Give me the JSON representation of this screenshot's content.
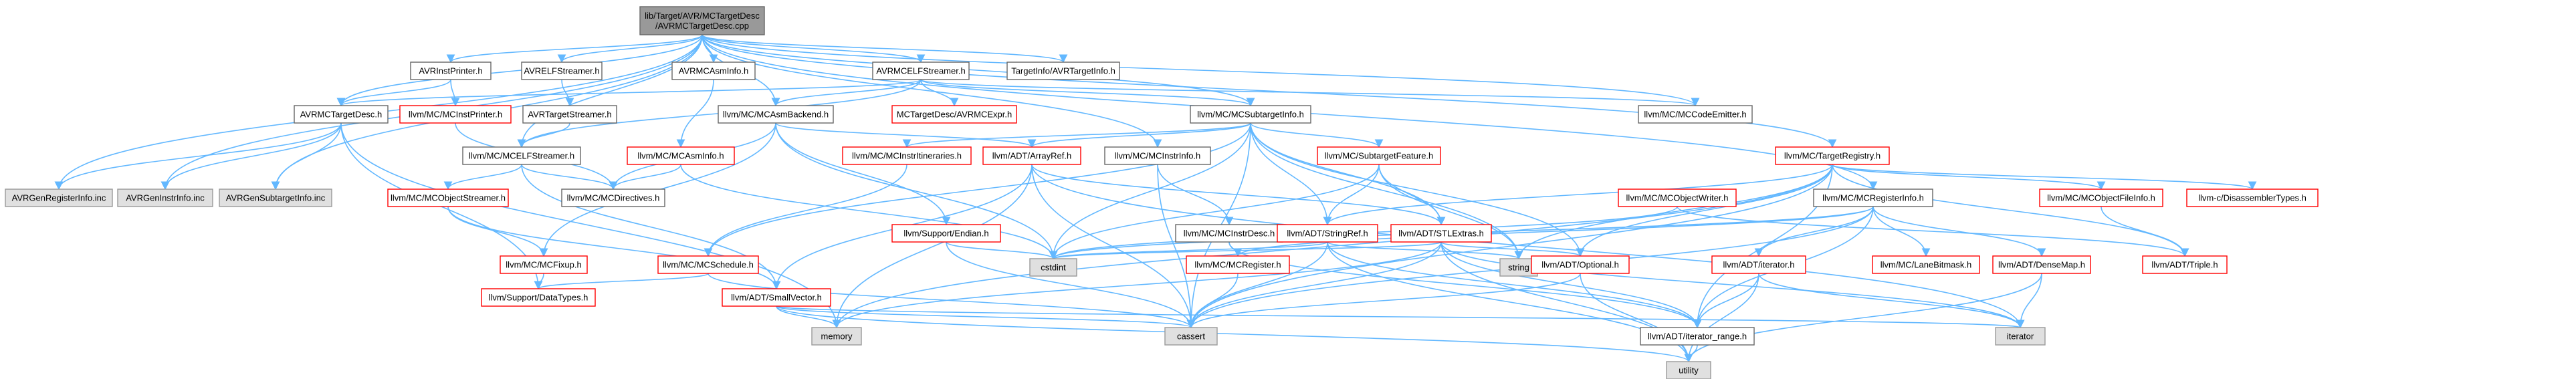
{
  "diagram": {
    "title_line1": "lib/Target/AVR/MCTargetDesc",
    "title_line2": "/AVRMCTargetDesc.cpp",
    "colors": {
      "edge": "#63b8ff",
      "root_fill": "#999999",
      "root_border": "#666666",
      "header_fill": "#ffffff",
      "header_border": "#666666",
      "header_text": "#000000",
      "linked_border": "#ff0000",
      "linked_text": "#ff0000",
      "system_fill": "#e0e0e0",
      "system_border": "#999999"
    },
    "nodes": [
      {
        "id": "root",
        "label": "lib/Target/AVR/MCTargetDesc\n/AVRMCTargetDesc.cpp",
        "kind": "root"
      },
      {
        "id": "AVRGenRegisterInfo",
        "label": "AVRGenRegisterInfo.inc",
        "kind": "system"
      },
      {
        "id": "AVRGenInstrInfo",
        "label": "AVRGenInstrInfo.inc",
        "kind": "system"
      },
      {
        "id": "AVRGenSubtargetInfo",
        "label": "AVRGenSubtargetInfo.inc",
        "kind": "system"
      },
      {
        "id": "AVRMCTargetDesc",
        "label": "AVRMCTargetDesc.h",
        "kind": "header"
      },
      {
        "id": "AVRInstPrinter",
        "label": "AVRInstPrinter.h",
        "kind": "header"
      },
      {
        "id": "AVRELFStreamer",
        "label": "AVRELFStreamer.h",
        "kind": "header"
      },
      {
        "id": "AVRMCAsmInfo",
        "label": "AVRMCAsmInfo.h",
        "kind": "header"
      },
      {
        "id": "AVRMCELFStreamer",
        "label": "AVRMCELFStreamer.h",
        "kind": "header"
      },
      {
        "id": "AVRTargetInfo",
        "label": "TargetInfo/AVRTargetInfo.h",
        "kind": "header"
      },
      {
        "id": "MCCodeEmitter",
        "label": "llvm/MC/MCCodeEmitter.h",
        "kind": "header"
      },
      {
        "id": "MCInstPrinter",
        "label": "llvm/MC/MCInstPrinter.h",
        "kind": "linked"
      },
      {
        "id": "AVRTargetStreamer",
        "label": "AVRTargetStreamer.h",
        "kind": "header"
      },
      {
        "id": "MCAsmBackend",
        "label": "llvm/MC/MCAsmBackend.h",
        "kind": "header"
      },
      {
        "id": "AVRMCExpr",
        "label": "MCTargetDesc/AVRMCExpr.h",
        "kind": "linked"
      },
      {
        "id": "MCSubtargetInfo",
        "label": "llvm/MC/MCSubtargetInfo.h",
        "kind": "header"
      },
      {
        "id": "TargetRegistry",
        "label": "llvm/MC/TargetRegistry.h",
        "kind": "linked"
      },
      {
        "id": "MCELFStreamer",
        "label": "llvm/MC/MCELFStreamer.h",
        "kind": "header"
      },
      {
        "id": "MCAsmInfo",
        "label": "llvm/MC/MCAsmInfo.h",
        "kind": "linked"
      },
      {
        "id": "MCInstrItineraries",
        "label": "llvm/MC/MCInstrItineraries.h",
        "kind": "linked"
      },
      {
        "id": "ArrayRef",
        "label": "llvm/ADT/ArrayRef.h",
        "kind": "linked"
      },
      {
        "id": "MCInstrInfo",
        "label": "llvm/MC/MCInstrInfo.h",
        "kind": "header"
      },
      {
        "id": "SubtargetFeature",
        "label": "llvm/MC/SubtargetFeature.h",
        "kind": "linked"
      },
      {
        "id": "MCObjectWriter",
        "label": "llvm/MC/MCObjectWriter.h",
        "kind": "linked"
      },
      {
        "id": "MCRegisterInfo",
        "label": "llvm/MC/MCRegisterInfo.h",
        "kind": "header"
      },
      {
        "id": "MCObjectFileInfo",
        "label": "llvm/MC/MCObjectFileInfo.h",
        "kind": "linked"
      },
      {
        "id": "DisassemblerTypes",
        "label": "llvm-c/DisassemblerTypes.h",
        "kind": "linked"
      },
      {
        "id": "MCObjectStreamer",
        "label": "llvm/MC/MCObjectStreamer.h",
        "kind": "linked"
      },
      {
        "id": "MCDirectives",
        "label": "llvm/MC/MCDirectives.h",
        "kind": "header"
      },
      {
        "id": "Endian",
        "label": "llvm/Support/Endian.h",
        "kind": "linked"
      },
      {
        "id": "MCInstrDesc",
        "label": "llvm/MC/MCInstrDesc.h",
        "kind": "header"
      },
      {
        "id": "StringRef",
        "label": "llvm/ADT/StringRef.h",
        "kind": "linked"
      },
      {
        "id": "STLExtras",
        "label": "llvm/ADT/STLExtras.h",
        "kind": "linked"
      },
      {
        "id": "MCFixup",
        "label": "llvm/MC/MCFixup.h",
        "kind": "linked"
      },
      {
        "id": "MCSchedule",
        "label": "llvm/MC/MCSchedule.h",
        "kind": "linked"
      },
      {
        "id": "SmallVector",
        "label": "llvm/ADT/SmallVector.h",
        "kind": "linked"
      },
      {
        "id": "cstdint",
        "label": "cstdint",
        "kind": "system"
      },
      {
        "id": "MCRegister",
        "label": "llvm/MC/MCRegister.h",
        "kind": "linked"
      },
      {
        "id": "string",
        "label": "string",
        "kind": "system"
      },
      {
        "id": "Optional",
        "label": "llvm/ADT/Optional.h",
        "kind": "linked"
      },
      {
        "id": "Iterator",
        "label": "llvm/ADT/iterator.h",
        "kind": "linked"
      },
      {
        "id": "LaneBitmask",
        "label": "llvm/MC/LaneBitmask.h",
        "kind": "linked"
      },
      {
        "id": "DenseMap",
        "label": "llvm/ADT/DenseMap.h",
        "kind": "linked"
      },
      {
        "id": "Triple",
        "label": "llvm/ADT/Triple.h",
        "kind": "linked"
      },
      {
        "id": "DataTypes",
        "label": "llvm/Support/DataTypes.h",
        "kind": "linked"
      },
      {
        "id": "memory",
        "label": "memory",
        "kind": "system"
      },
      {
        "id": "cassert",
        "label": "cassert",
        "kind": "system"
      },
      {
        "id": "iteratorstd",
        "label": "iterator",
        "kind": "system"
      },
      {
        "id": "iterator_range",
        "label": "llvm/ADT/iterator_range.h",
        "kind": "header"
      },
      {
        "id": "utility",
        "label": "utility",
        "kind": "system"
      }
    ],
    "edges": [
      [
        "root",
        "AVRGenRegisterInfo"
      ],
      [
        "root",
        "AVRGenInstrInfo"
      ],
      [
        "root",
        "AVRGenSubtargetInfo"
      ],
      [
        "root",
        "AVRMCTargetDesc"
      ],
      [
        "root",
        "AVRInstPrinter"
      ],
      [
        "root",
        "AVRELFStreamer"
      ],
      [
        "root",
        "AVRMCAsmInfo"
      ],
      [
        "root",
        "AVRMCELFStreamer"
      ],
      [
        "root",
        "AVRTargetInfo"
      ],
      [
        "root",
        "MCCodeEmitter"
      ],
      [
        "root",
        "MCELFStreamer"
      ],
      [
        "root",
        "MCInstrInfo"
      ],
      [
        "root",
        "MCRegisterInfo"
      ],
      [
        "root",
        "MCSubtargetInfo"
      ],
      [
        "root",
        "TargetRegistry"
      ],
      [
        "root",
        "MCAsmBackend"
      ],
      [
        "AVRMCTargetDesc",
        "AVRGenRegisterInfo"
      ],
      [
        "AVRMCTargetDesc",
        "AVRGenInstrInfo"
      ],
      [
        "AVRMCTargetDesc",
        "AVRGenSubtargetInfo"
      ],
      [
        "AVRMCTargetDesc",
        "DataTypes"
      ],
      [
        "AVRMCTargetDesc",
        "memory"
      ],
      [
        "AVRInstPrinter",
        "AVRMCTargetDesc"
      ],
      [
        "AVRInstPrinter",
        "MCInstPrinter"
      ],
      [
        "AVRELFStreamer",
        "AVRTargetStreamer"
      ],
      [
        "AVRMCAsmInfo",
        "MCAsmInfo"
      ],
      [
        "AVRMCELFStreamer",
        "AVRMCTargetDesc"
      ],
      [
        "AVRMCELFStreamer",
        "AVRMCExpr"
      ],
      [
        "AVRMCELFStreamer",
        "MCAsmBackend"
      ],
      [
        "AVRMCELFStreamer",
        "MCCodeEmitter"
      ],
      [
        "AVRMCELFStreamer",
        "MCELFStreamer"
      ],
      [
        "AVRMCELFStreamer",
        "MCSubtargetInfo"
      ],
      [
        "AVRTargetStreamer",
        "MCELFStreamer"
      ],
      [
        "MCInstPrinter",
        "MCDirectives"
      ],
      [
        "MCELFStreamer",
        "MCObjectStreamer"
      ],
      [
        "MCELFStreamer",
        "MCDirectives"
      ],
      [
        "MCELFStreamer",
        "SmallVector"
      ],
      [
        "MCObjectStreamer",
        "MCFixup"
      ],
      [
        "MCObjectStreamer",
        "SmallVector"
      ],
      [
        "MCAsmBackend",
        "ArrayRef"
      ],
      [
        "MCAsmBackend",
        "MCDirectives"
      ],
      [
        "MCAsmBackend",
        "MCFixup"
      ],
      [
        "MCAsmBackend",
        "Endian"
      ],
      [
        "MCAsmBackend",
        "cstdint"
      ],
      [
        "MCAsmInfo",
        "MCDirectives"
      ],
      [
        "MCAsmInfo",
        "cstdint"
      ],
      [
        "MCSubtargetInfo",
        "ArrayRef"
      ],
      [
        "MCSubtargetInfo",
        "StringRef"
      ],
      [
        "MCSubtargetInfo",
        "MCInstrItineraries"
      ],
      [
        "MCSubtargetInfo",
        "MCSchedule"
      ],
      [
        "MCSubtargetInfo",
        "SubtargetFeature"
      ],
      [
        "MCSubtargetInfo",
        "cassert"
      ],
      [
        "MCSubtargetInfo",
        "cstdint"
      ],
      [
        "MCSubtargetInfo",
        "string"
      ],
      [
        "MCSubtargetInfo",
        "STLExtras"
      ],
      [
        "MCSubtargetInfo",
        "Optional"
      ],
      [
        "MCInstrItineraries",
        "MCSchedule"
      ],
      [
        "MCInstrInfo",
        "MCInstrDesc"
      ],
      [
        "MCInstrInfo",
        "cassert"
      ],
      [
        "MCInstrDesc",
        "MCRegister"
      ],
      [
        "MCInstrDesc",
        "iterator_range"
      ],
      [
        "ArrayRef",
        "STLExtras"
      ],
      [
        "ArrayRef",
        "SmallVector"
      ],
      [
        "ArrayRef",
        "cassert"
      ],
      [
        "ArrayRef",
        "memory"
      ],
      [
        "ArrayRef",
        "iteratorstd"
      ],
      [
        "SubtargetFeature",
        "STLExtras"
      ],
      [
        "SubtargetFeature",
        "StringRef"
      ],
      [
        "SubtargetFeature",
        "string"
      ],
      [
        "SubtargetFeature",
        "cstdint"
      ],
      [
        "MCObjectWriter",
        "cstdint"
      ],
      [
        "MCObjectWriter",
        "Triple"
      ],
      [
        "MCRegisterInfo",
        "DenseMap"
      ],
      [
        "MCRegisterInfo",
        "iterator"
      ],
      [
        "MCRegisterInfo",
        "iterator_range"
      ],
      [
        "MCRegisterInfo",
        "LaneBitmask"
      ],
      [
        "MCRegisterInfo",
        "MCRegister"
      ],
      [
        "MCRegisterInfo",
        "cassert"
      ],
      [
        "MCRegisterInfo",
        "cstdint"
      ],
      [
        "MCRegisterInfo",
        "Iterator"
      ],
      [
        "TargetRegistry",
        "MCObjectFileInfo"
      ],
      [
        "TargetRegistry",
        "DisassemblerTypes"
      ],
      [
        "TargetRegistry",
        "StringRef"
      ],
      [
        "TargetRegistry",
        "iterator_range"
      ],
      [
        "TargetRegistry",
        "Optional"
      ],
      [
        "TargetRegistry",
        "Triple"
      ],
      [
        "TargetRegistry",
        "cassert"
      ],
      [
        "TargetRegistry",
        "string"
      ],
      [
        "TargetRegistry",
        "memory"
      ],
      [
        "MCObjectFileInfo",
        "Triple"
      ],
      [
        "Endian",
        "cassert"
      ],
      [
        "Endian",
        "cstdint"
      ],
      [
        "StringRef",
        "cassert"
      ],
      [
        "StringRef",
        "iterator_range"
      ],
      [
        "StringRef",
        "string"
      ],
      [
        "StringRef",
        "utility"
      ],
      [
        "StringRef",
        "cstdint"
      ],
      [
        "STLExtras",
        "Optional"
      ],
      [
        "STLExtras",
        "iterator"
      ],
      [
        "STLExtras",
        "iterator_range"
      ],
      [
        "STLExtras",
        "cassert"
      ],
      [
        "STLExtras",
        "utility"
      ],
      [
        "STLExtras",
        "iteratorstd"
      ],
      [
        "STLExtras",
        "memory"
      ],
      [
        "STLExtras",
        "cstdint"
      ],
      [
        "SmallVector",
        "cassert"
      ],
      [
        "SmallVector",
        "utility"
      ],
      [
        "SmallVector",
        "iteratorstd"
      ],
      [
        "SmallVector",
        "memory"
      ],
      [
        "MCSchedule",
        "DataTypes"
      ],
      [
        "MCSchedule",
        "cassert"
      ],
      [
        "MCFixup",
        "DataTypes"
      ],
      [
        "MCRegister",
        "cassert"
      ],
      [
        "Optional",
        "cassert"
      ],
      [
        "Optional",
        "utility"
      ],
      [
        "Iterator",
        "iterator_range"
      ],
      [
        "Iterator",
        "iteratorstd"
      ],
      [
        "Iterator",
        "utility"
      ],
      [
        "DenseMap",
        "iteratorstd"
      ],
      [
        "DenseMap",
        "utility"
      ],
      [
        "iterator_range",
        "utility"
      ]
    ]
  }
}
